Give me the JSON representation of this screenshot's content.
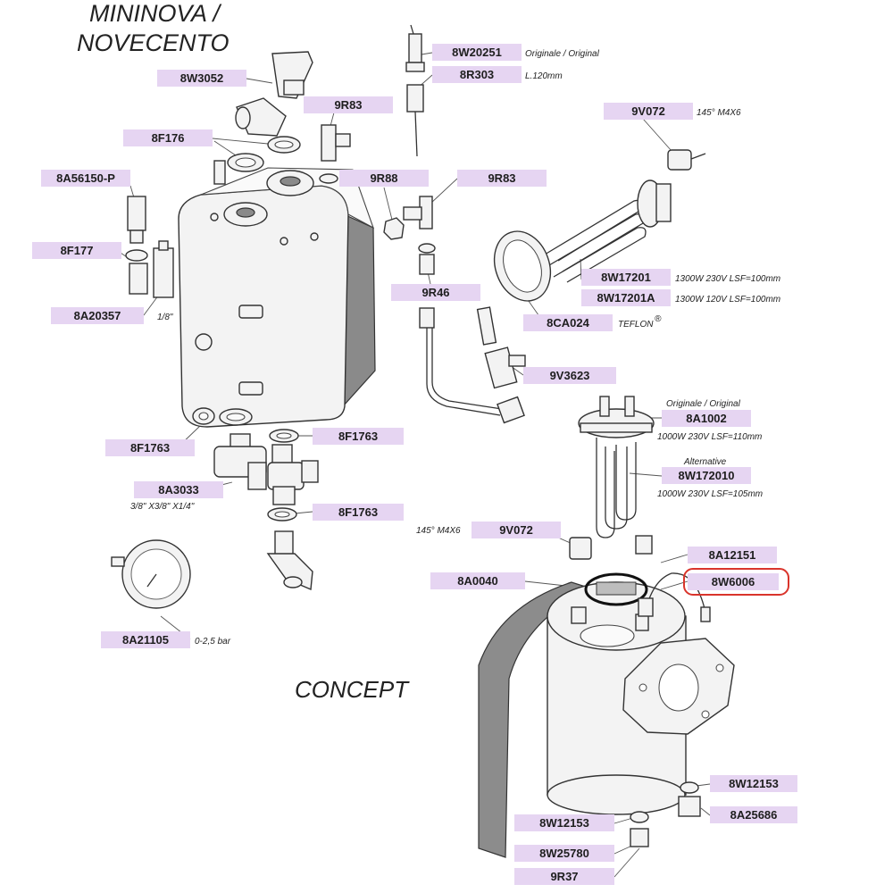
{
  "titles": {
    "mininova_line1": "MININOVA /",
    "mininova_line2": "NOVECENTO",
    "concept": "CONCEPT"
  },
  "labels": {
    "8W20251": "8W20251",
    "8R303": "8R303",
    "8W3052": "8W3052",
    "9R83_top": "9R83",
    "9V072_top": "9V072",
    "8F176": "8F176",
    "9R88": "9R88",
    "9R83_mid": "9R83",
    "8A56150-P": "8A56150-P",
    "8F177": "8F177",
    "8W17201": "8W17201",
    "8W17201A": "8W17201A",
    "9R46": "9R46",
    "8A20357": "8A20357",
    "8CA024": "8CA024",
    "9V3623": "9V3623",
    "8A1002": "8A1002",
    "8F1763_left": "8F1763",
    "8F1763_mid": "8F1763",
    "8W172010": "8W172010",
    "8A3033": "8A3033",
    "8F1763_low": "8F1763",
    "9V072_bottom": "9V072",
    "8A12151": "8A12151",
    "8A0040": "8A0040",
    "8W6006": "8W6006",
    "8A21105": "8A21105",
    "8W12153_right": "8W12153",
    "8A25686": "8A25686",
    "8W12153_bottom": "8W12153",
    "8W25780": "8W25780",
    "9R37": "9R37"
  },
  "notes": {
    "8W20251": "Originale / Original",
    "8R303": "L.120mm",
    "9V072_top": "145° M4X6",
    "8W17201": "1300W 230V LSF=100mm",
    "8W17201A": "1300W 120V LSF=100mm",
    "8A20357": "1/8\"",
    "8CA024": "TEFLON",
    "8CA024_mark": "®",
    "8A1002_above": "Originale / Original",
    "8A1002_below": "1000W 230V LSF=110mm",
    "8W172010_above": "Alternative",
    "8W172010_below": "1000W 230V LSF=105mm",
    "8A3033": "3/8\" X3/8\" X1/4\"",
    "9V072_bottom": "145° M4X6",
    "8A21105": "0-2,5 bar"
  },
  "highlight": {
    "target_label": "8W6006",
    "color": "#d9342b"
  },
  "colors": {
    "label_fill": "#e6d5f2",
    "line": "#333333",
    "wrap_sheet": "#8c8c8c"
  }
}
